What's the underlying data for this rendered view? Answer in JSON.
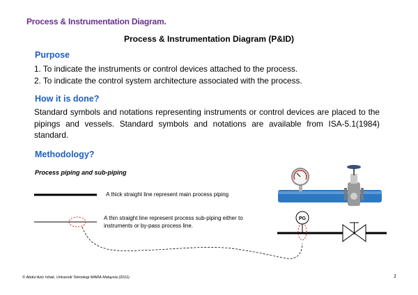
{
  "header": {
    "text": "Process & Instrumentation Diagram."
  },
  "title": "Process & Instrumentation Diagram (P&ID)",
  "purpose": {
    "heading": "Purpose",
    "items": [
      "1.  To indicate the instruments or control devices attached to the process.",
      "2.  To indicate the control system architecture associated with the process."
    ]
  },
  "how": {
    "heading": "How it is done?",
    "body": "Standard symbols and notations representing instruments or control devices are placed to the pipings and vessels. Standard symbols and notations are available from ISA-5.1(1984) standard."
  },
  "methodology": {
    "heading": "Methodology?",
    "subheading": "Process piping and sub-piping",
    "caption_main": "A thick straight line represent main process piping",
    "caption_sub": "A thin straight line represent process sub-piping either to instruments or by-pass process line.",
    "instrument_tag": "PG"
  },
  "footer": {
    "credit": "© Abdul Aziz Ishak, Universiti Teknologi MARA Malaysia (2011)",
    "page": "1"
  },
  "colors": {
    "header": "#6b2f8f",
    "heading": "#1f5fbf",
    "pipe_photo": "#2e78c2",
    "highlight": "#e02020"
  }
}
